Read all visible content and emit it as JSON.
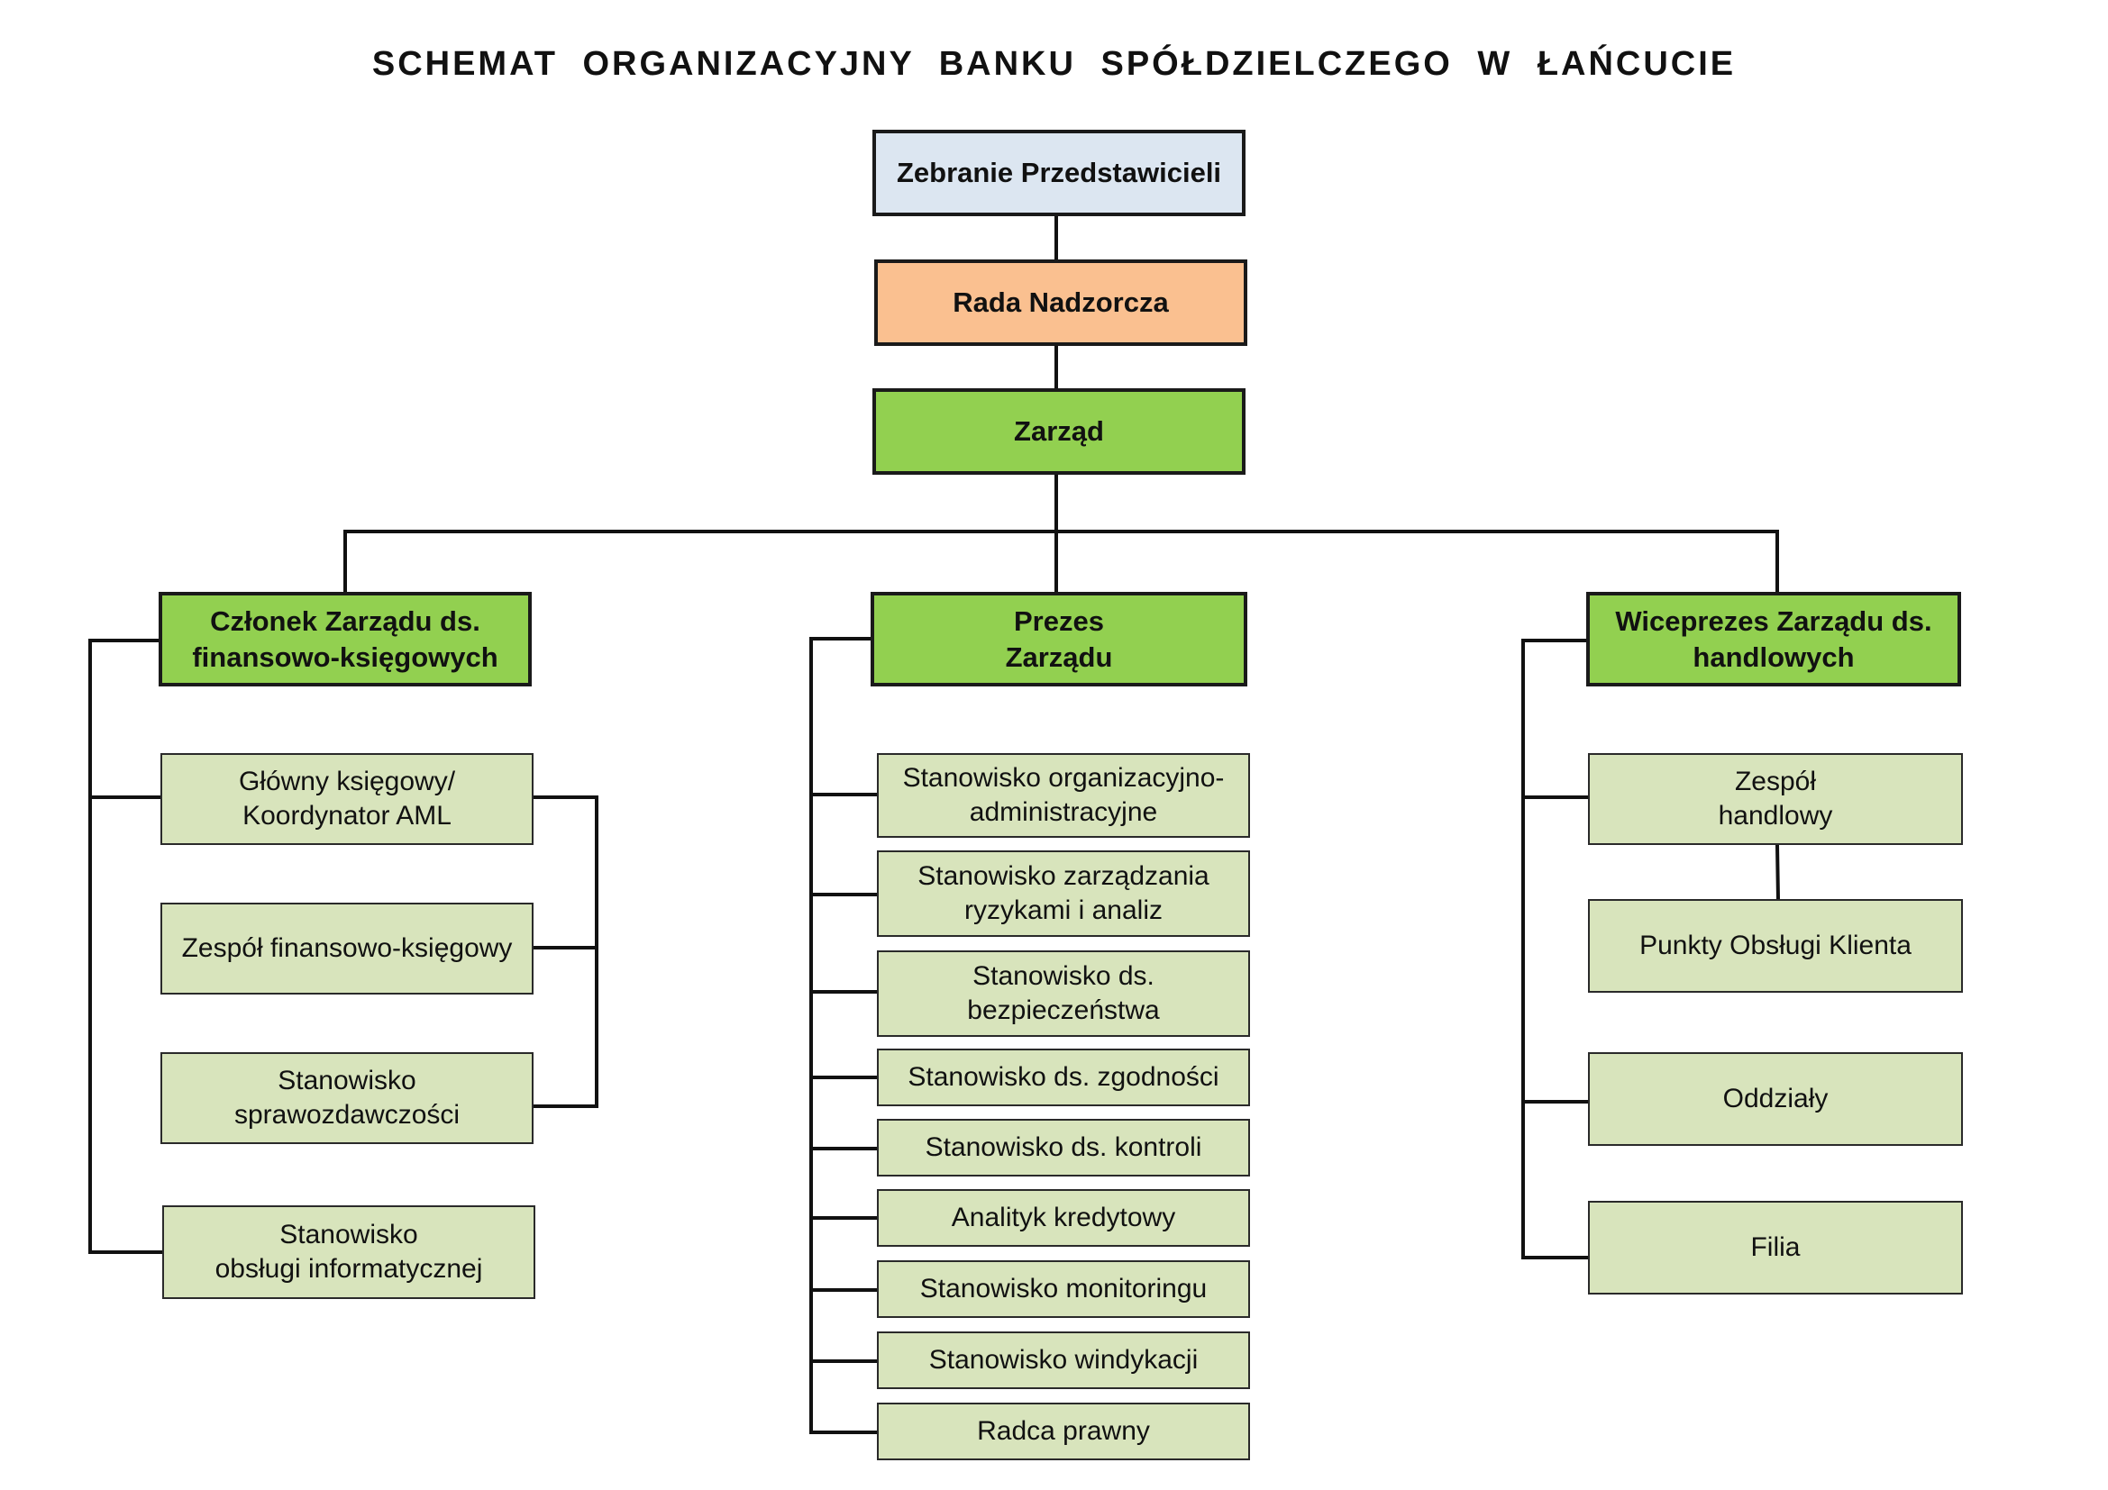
{
  "title": "SCHEMAT  ORGANIZACYJNY  BANKU  SPÓŁDZIELCZEGO  W  ŁAŃCUCIE",
  "top": {
    "zebranie": "Zebranie Przedstawicieli",
    "rada": "Rada Nadzorcza",
    "zarzad": "Zarząd"
  },
  "heads": {
    "left": [
      "Członek Zarządu ds.",
      "finansowo-księgowych"
    ],
    "center": [
      "Prezes",
      "Zarządu"
    ],
    "right": [
      "Wiceprezes Zarządu ds.",
      "handlowych"
    ]
  },
  "left_units": [
    [
      "Główny księgowy/",
      "Koordynator AML"
    ],
    [
      "Zespół finansowo-księgowy"
    ],
    [
      "Stanowisko",
      "sprawozdawczości"
    ],
    [
      "Stanowisko",
      "obsługi informatycznej"
    ]
  ],
  "center_units": [
    [
      "Stanowisko organizacyjno-",
      "administracyjne"
    ],
    [
      "Stanowisko zarządzania",
      "ryzykami i analiz"
    ],
    [
      "Stanowisko ds.",
      "bezpieczeństwa"
    ],
    [
      "Stanowisko ds. zgodności"
    ],
    [
      "Stanowisko ds. kontroli"
    ],
    [
      "Analityk kredytowy"
    ],
    [
      "Stanowisko monitoringu"
    ],
    [
      "Stanowisko windykacji"
    ],
    [
      "Radca prawny"
    ]
  ],
  "right_units": [
    [
      "Zespół",
      "handlowy"
    ],
    [
      "Punkty Obsługi Klienta"
    ],
    [
      "Oddziały"
    ],
    [
      "Filia"
    ]
  ],
  "colors": {
    "zebranie": "#dce6f1",
    "rada": "#fac090",
    "management": "#92d050",
    "unit": "#d8e4bc"
  }
}
